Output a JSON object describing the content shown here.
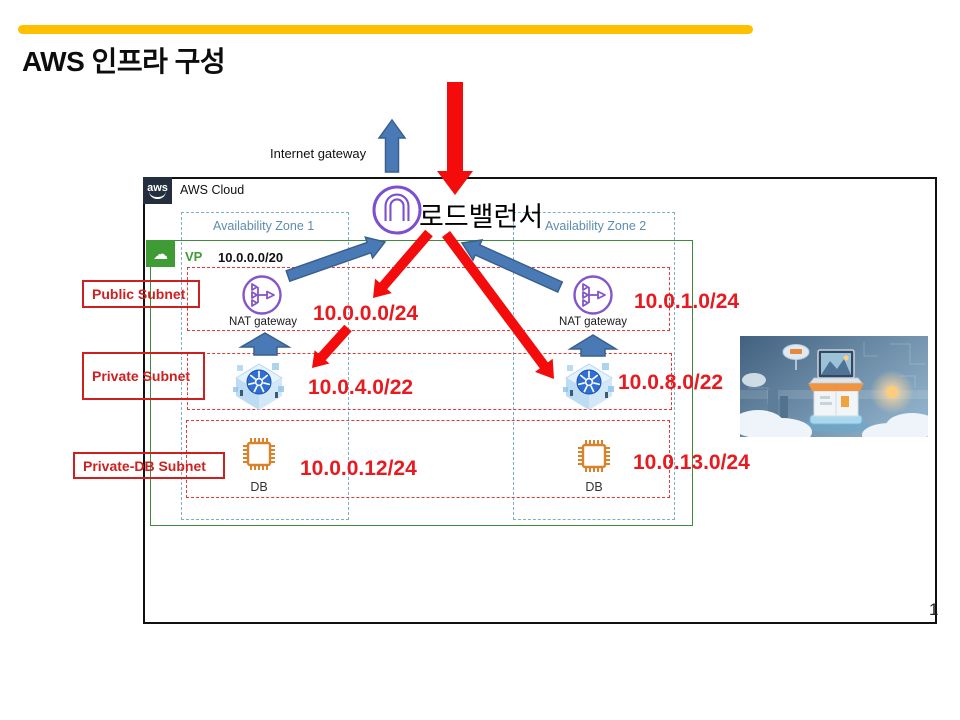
{
  "slide": {
    "title": "AWS 인프라 구성",
    "page_number": "1"
  },
  "diagram": {
    "internet_gateway_label": "Internet gateway",
    "load_balancer_label": "로드밸런서",
    "aws_cloud_label": "AWS Cloud",
    "aws_logo_text": "aws",
    "vpc_label": "VP",
    "vpc_cidr": "10.0.0.0/20",
    "vpc_icon_glyph": "☁",
    "subnet_labels": {
      "public": "Public Subnet",
      "private": "Private Subnet",
      "private_db": "Private-DB Subnet"
    },
    "azs": [
      {
        "label": "Availability Zone 1",
        "nat_label": "NAT gateway",
        "db_label": "DB",
        "public_cidr": "10.0.0.0/24",
        "private_cidr": "10.0.4.0/22",
        "db_cidr": "10.0.0.12/24"
      },
      {
        "label": "Availability Zone 2",
        "nat_label": "NAT gateway",
        "db_label": "DB",
        "public_cidr": "10.0.1.0/24",
        "private_cidr": "10.0.8.0/22",
        "db_cidr": "10.0.13.0/24"
      }
    ]
  },
  "icons": {
    "load_balancer": "load-balancer-icon",
    "nat_gateway": "nat-gateway-icon",
    "vpc": "vpc-cloud-icon",
    "kubernetes_cluster": "kubernetes-cluster-icon",
    "db_chip": "db-chip-icon",
    "aws_logo": "aws-logo",
    "internet_gateway_arrow": "up-arrow-icon"
  },
  "colors": {
    "accent_yellow": "#FFC000",
    "arrow_red": "#F40B0B",
    "cidr_red": "#E8191F",
    "arrow_blue": "#4A7AB5",
    "az_border_blue": "#7FAECB",
    "az_text_blue": "#5E8CAD",
    "vpc_green": "#3C8C3C",
    "icon_purple": "#8456C8",
    "chip_orange": "#D9822B",
    "aws_navy": "#232F3E",
    "subnet_dash_red": "#DD3B3B",
    "label_red": "#CF2020"
  }
}
